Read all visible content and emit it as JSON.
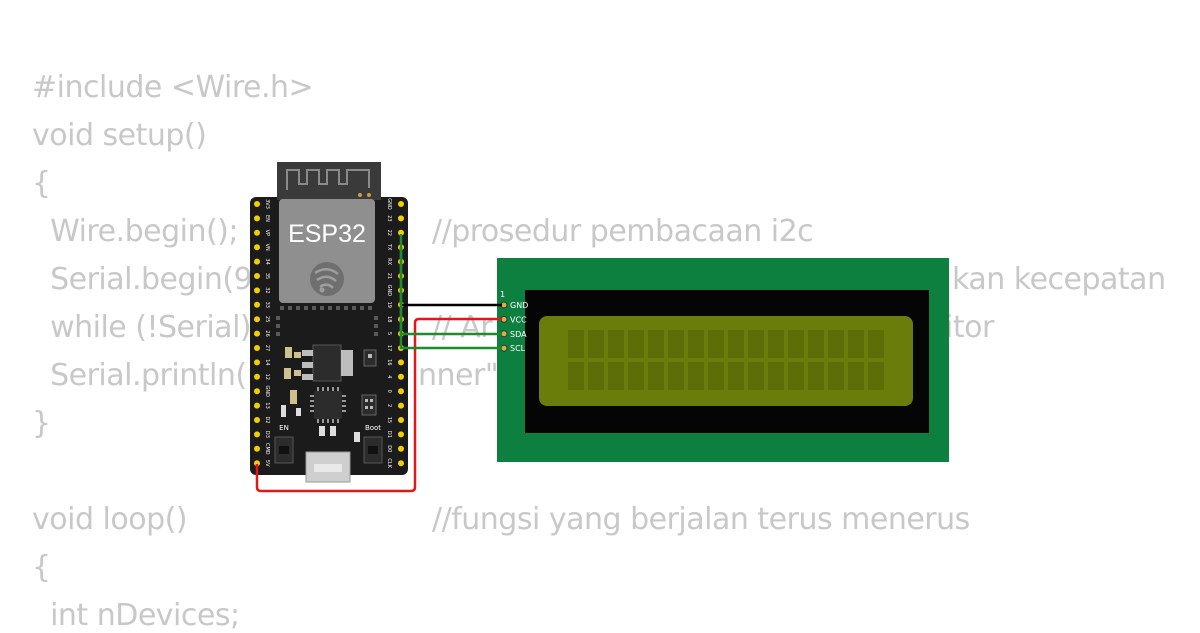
{
  "code": {
    "lines": [
      "#include <Wire.h>",
      "void setup()",
      "{",
      "  Wire.begin();",
      "  Serial.begin(9",
      "  while (!Serial)",
      "  Serial.println(",
      "}",
      "void loop()",
      "{",
      "  int nDevices;"
    ],
    "comments": [
      "//prosedur pembacaan i2c",
      "kan kecepatan",
      "// Ar",
      "itor",
      "nner\")",
      "//fungsi yang berjalan terus menerus"
    ]
  },
  "esp32": {
    "label": "ESP32",
    "en_label": "EN",
    "boot_label": "Boot",
    "left_pins": [
      "3V3",
      "EN",
      "VP",
      "VN",
      "34",
      "35",
      "32",
      "33",
      "25",
      "26",
      "27",
      "14",
      "12",
      "GND",
      "13",
      "D2",
      "D3",
      "CMD",
      "5V"
    ],
    "right_pins": [
      "GND",
      "23",
      "22",
      "TX",
      "RX",
      "21",
      "GND",
      "19",
      "18",
      "5",
      "17",
      "16",
      "4",
      "0",
      "2",
      "15",
      "D1",
      "D0",
      "CLK"
    ]
  },
  "lcd": {
    "pin1_label": "1",
    "pins": [
      "GND",
      "VCC",
      "SDA",
      "SCL"
    ],
    "rows": 2,
    "cols": 16
  },
  "wires": [
    {
      "from": "GND",
      "to": "lcd.GND",
      "color": "#000000"
    },
    {
      "from": "5V",
      "to": "lcd.VCC",
      "color": "#e01818"
    },
    {
      "from": "21",
      "to": "lcd.SDA",
      "color": "#1e8c2c"
    },
    {
      "from": "22",
      "to": "lcd.SCL",
      "color": "#1e8c2c"
    }
  ],
  "colors": {
    "code_text": "#c8c8c8",
    "board": "#1b1b1b",
    "pin": "#f2d000",
    "lcd_pcb": "#0d8040",
    "lcd_screen": "#6a7c0a"
  }
}
